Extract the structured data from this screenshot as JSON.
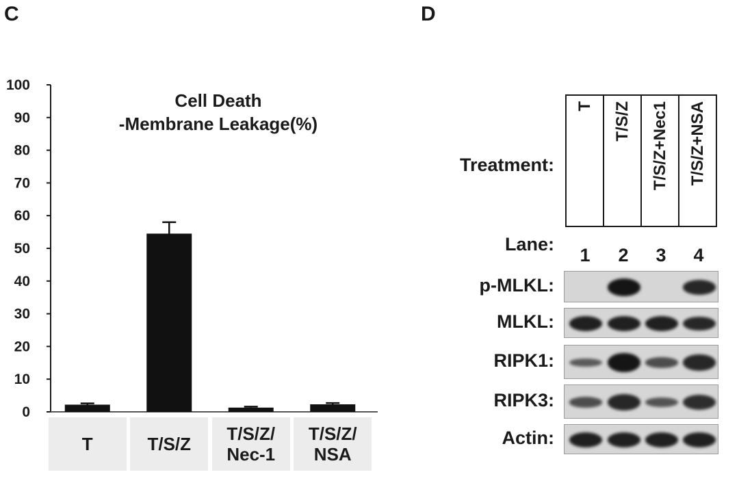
{
  "panels": {
    "left": "C",
    "right": "D"
  },
  "chart_data": {
    "type": "bar",
    "title": [
      "Cell Death",
      "-Membrane Leakage(%)"
    ],
    "categories": [
      "T",
      "T/S/Z",
      "T/S/Z/\nNec-1",
      "T/S/Z/\nNSA"
    ],
    "values": [
      2.2,
      54.5,
      1.3,
      2.3
    ],
    "errors": [
      0.4,
      3.5,
      0.3,
      0.4
    ],
    "ylim": [
      0,
      100
    ],
    "yticks": [
      "0",
      "10",
      "20",
      "30",
      "40",
      "50",
      "60",
      "70",
      "80",
      "90",
      "100"
    ],
    "bar_color": "#111111",
    "category_box_color": "#ececec"
  },
  "blot": {
    "treatment_label": "Treatment:",
    "treatments": [
      "T",
      "T/S/Z",
      "T/S/Z+Nec1",
      "T/S/Z+NSA"
    ],
    "lane_label": "Lane:",
    "lanes": [
      "1",
      "2",
      "3",
      "4"
    ],
    "rows": [
      {
        "label": "p-MLKL:",
        "intensity": [
          0.0,
          1.0,
          0.0,
          0.85
        ]
      },
      {
        "label": "MLKL:",
        "intensity": [
          0.9,
          0.9,
          0.9,
          0.85
        ]
      },
      {
        "label": "RIPK1:",
        "intensity": [
          0.45,
          1.0,
          0.55,
          0.85
        ]
      },
      {
        "label": "RIPK3:",
        "intensity": [
          0.55,
          0.85,
          0.5,
          0.8
        ]
      },
      {
        "label": "Actin:",
        "intensity": [
          0.9,
          0.9,
          0.9,
          0.9
        ]
      }
    ]
  }
}
